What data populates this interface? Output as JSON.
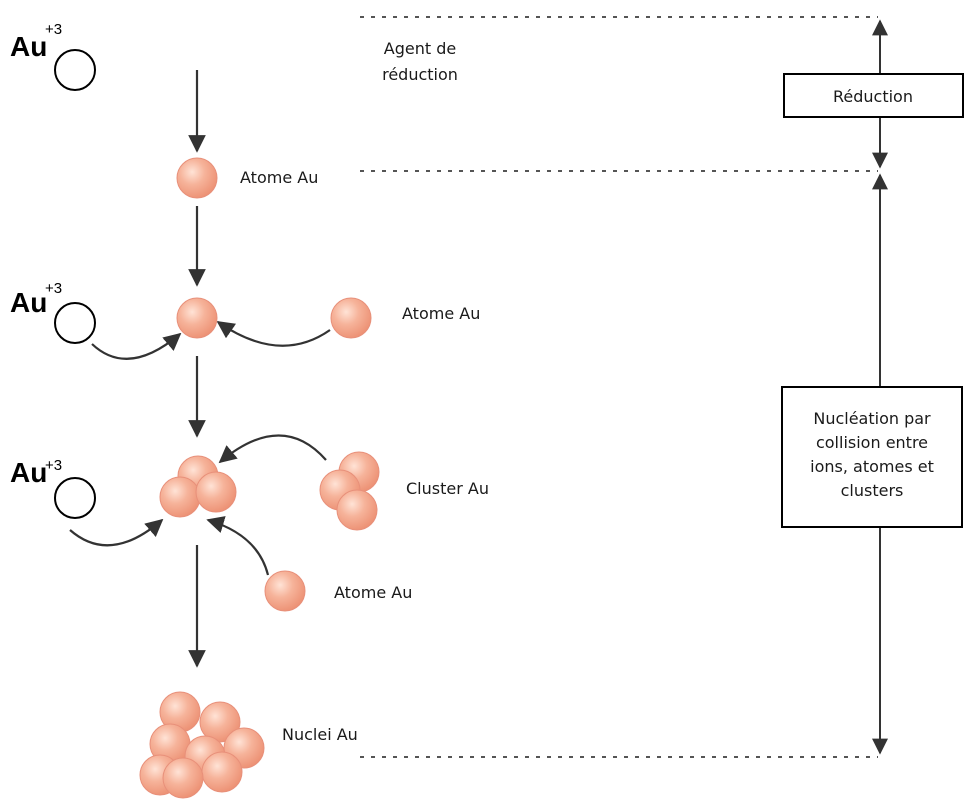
{
  "ion": {
    "symbol": "Au",
    "charge": "+3"
  },
  "labels": {
    "reducing_agent_line1": "Agent de",
    "reducing_agent_line2": "réduction",
    "atom_1": "Atome Au",
    "atom_2": "Atome Au",
    "cluster": "Cluster Au",
    "atom_3": "Atome Au",
    "nuclei": "Nuclei Au"
  },
  "stages": {
    "reduction": "Réduction",
    "nucleation_lines": [
      "Nucléation par",
      "collision entre",
      "ions, atomes et",
      "clusters"
    ]
  },
  "colors": {
    "sphere_fill": "#f3a58a",
    "sphere_highlight": "#ffe3d6",
    "sphere_stroke": "#e8907a",
    "line": "#333333"
  }
}
